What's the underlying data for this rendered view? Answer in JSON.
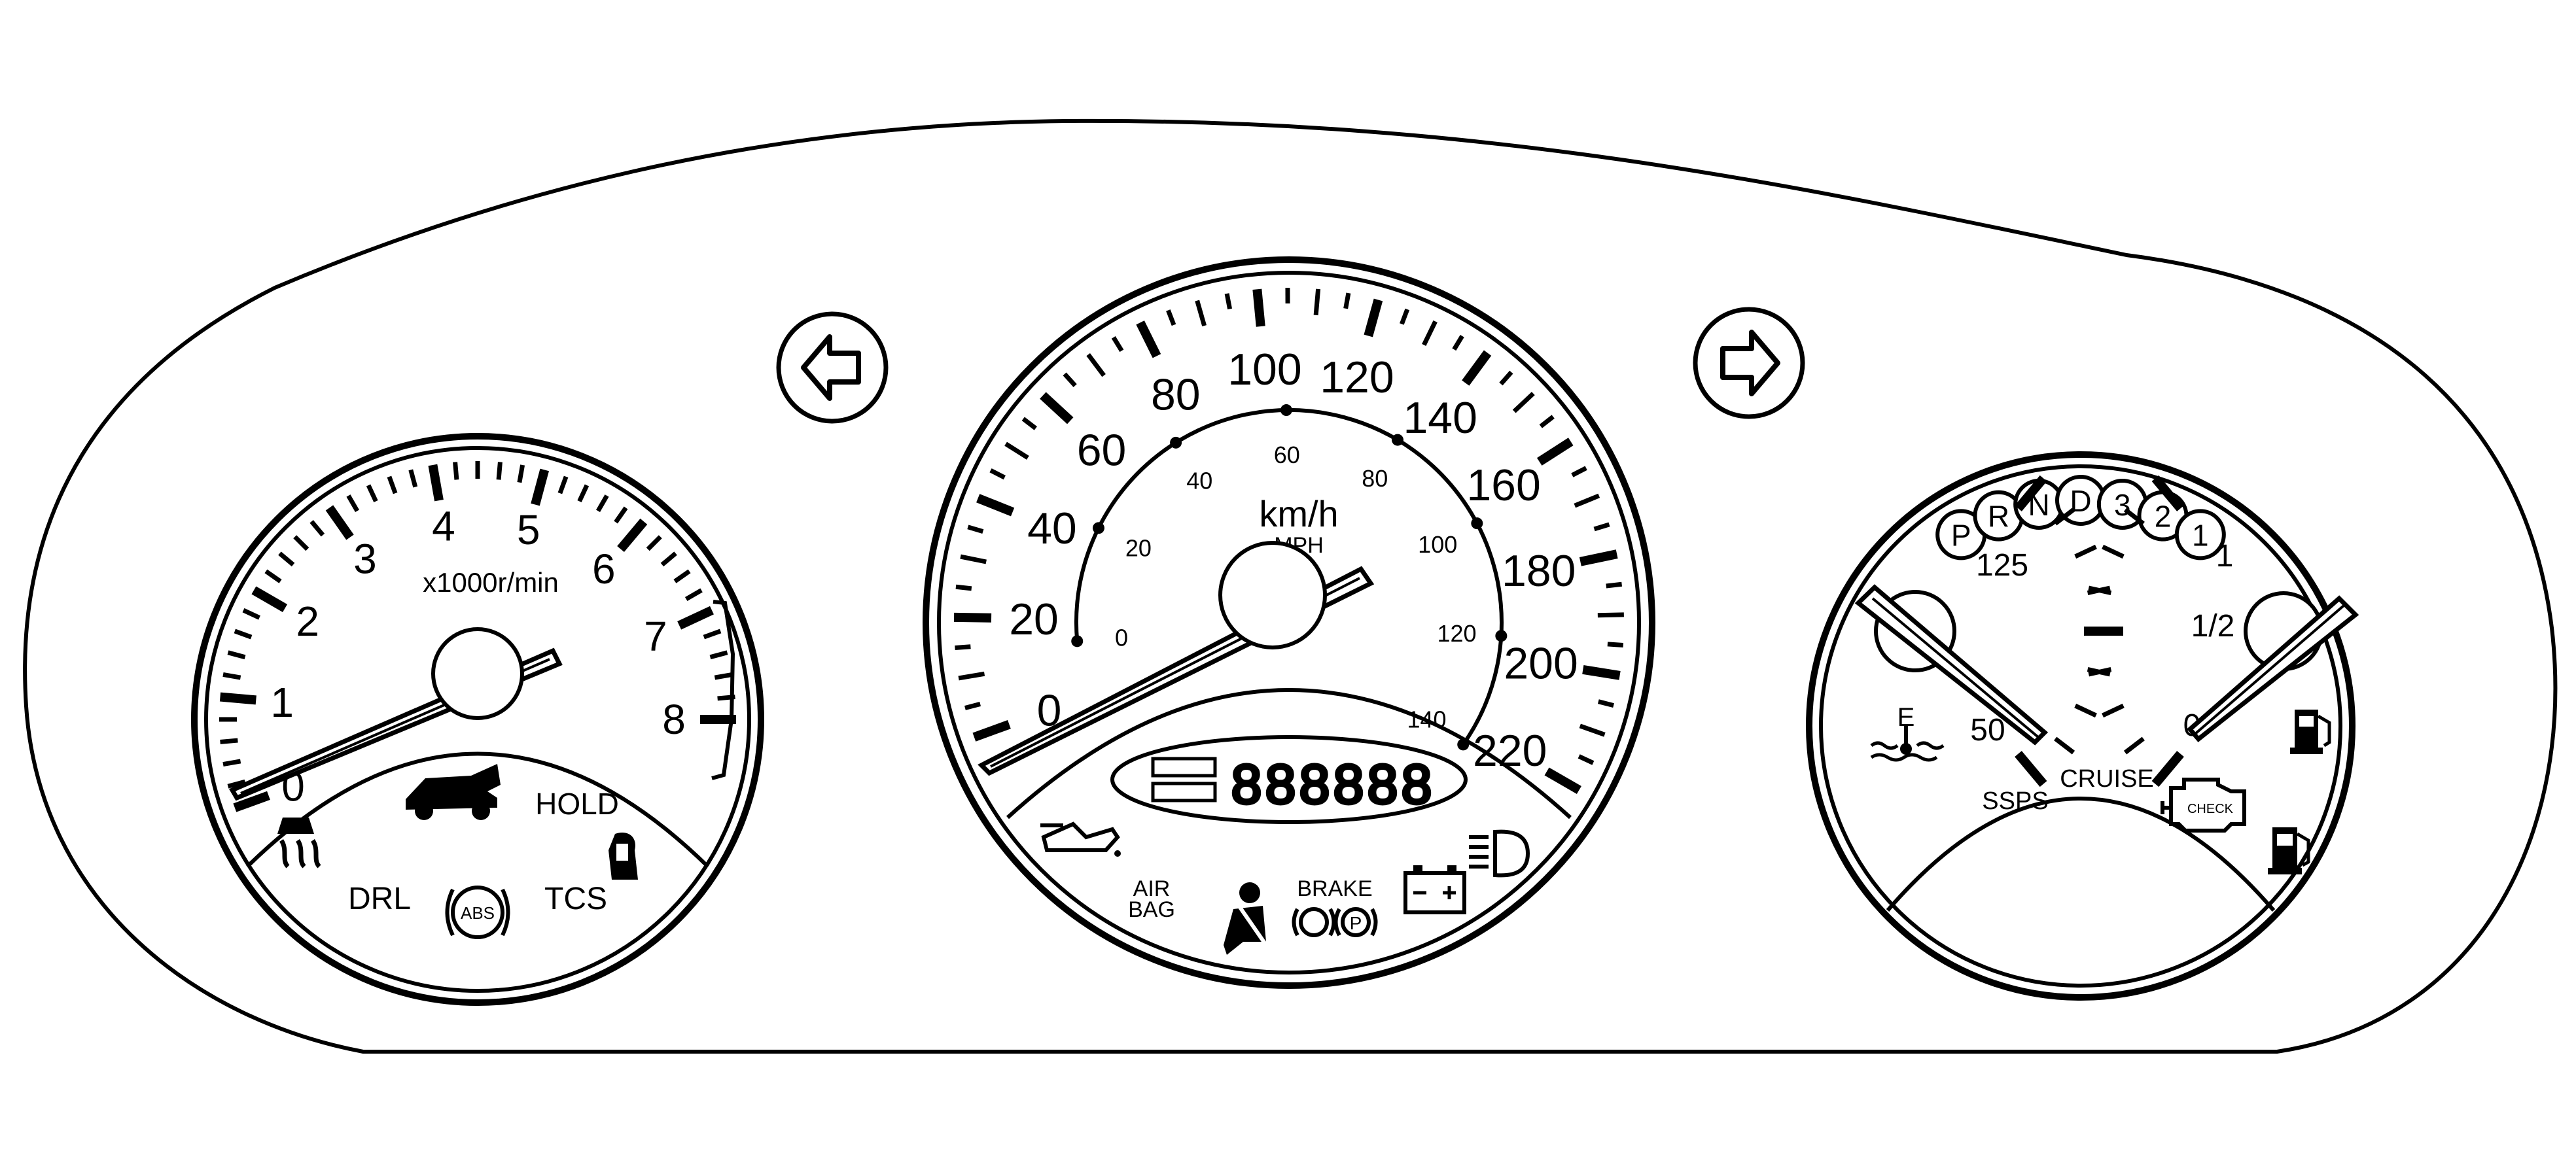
{
  "tachometer": {
    "unit_label": "x1000r/min",
    "scale": [
      "0",
      "1",
      "2",
      "3",
      "4",
      "5",
      "6",
      "7",
      "8"
    ],
    "needle_value": 0,
    "indicators": {
      "drl": "DRL",
      "abs": "ABS",
      "tcs": "TCS",
      "hold": "HOLD"
    }
  },
  "speedometer": {
    "outer_scale": [
      "0",
      "20",
      "40",
      "60",
      "80",
      "100",
      "120",
      "140",
      "160",
      "180",
      "200",
      "220"
    ],
    "outer_unit": "km/h",
    "inner_scale": [
      "0",
      "20",
      "40",
      "60",
      "80",
      "100",
      "120",
      "140"
    ],
    "inner_unit": "MPH",
    "needle_value": 0,
    "odometer_digits": "888888",
    "indicators": {
      "air_bag_line1": "AIR",
      "air_bag_line2": "BAG",
      "brake": "BRAKE",
      "brake_p": "P"
    }
  },
  "right_gauge": {
    "prnd": [
      "P",
      "R",
      "N",
      "D",
      "3",
      "2",
      "1"
    ],
    "temp_labels": {
      "high": "125",
      "low": "50"
    },
    "temp_letter": "E",
    "fuel_labels": {
      "full": "1",
      "half": "1/2",
      "empty": "0"
    },
    "indicators": {
      "ssps": "SSPS",
      "cruise": "CRUISE",
      "check": "CHECK"
    }
  },
  "turn_signals": {
    "left_icon": "left-arrow-icon",
    "right_icon": "right-arrow-icon"
  },
  "colors": {
    "line": "#000000",
    "background": "#ffffff"
  }
}
